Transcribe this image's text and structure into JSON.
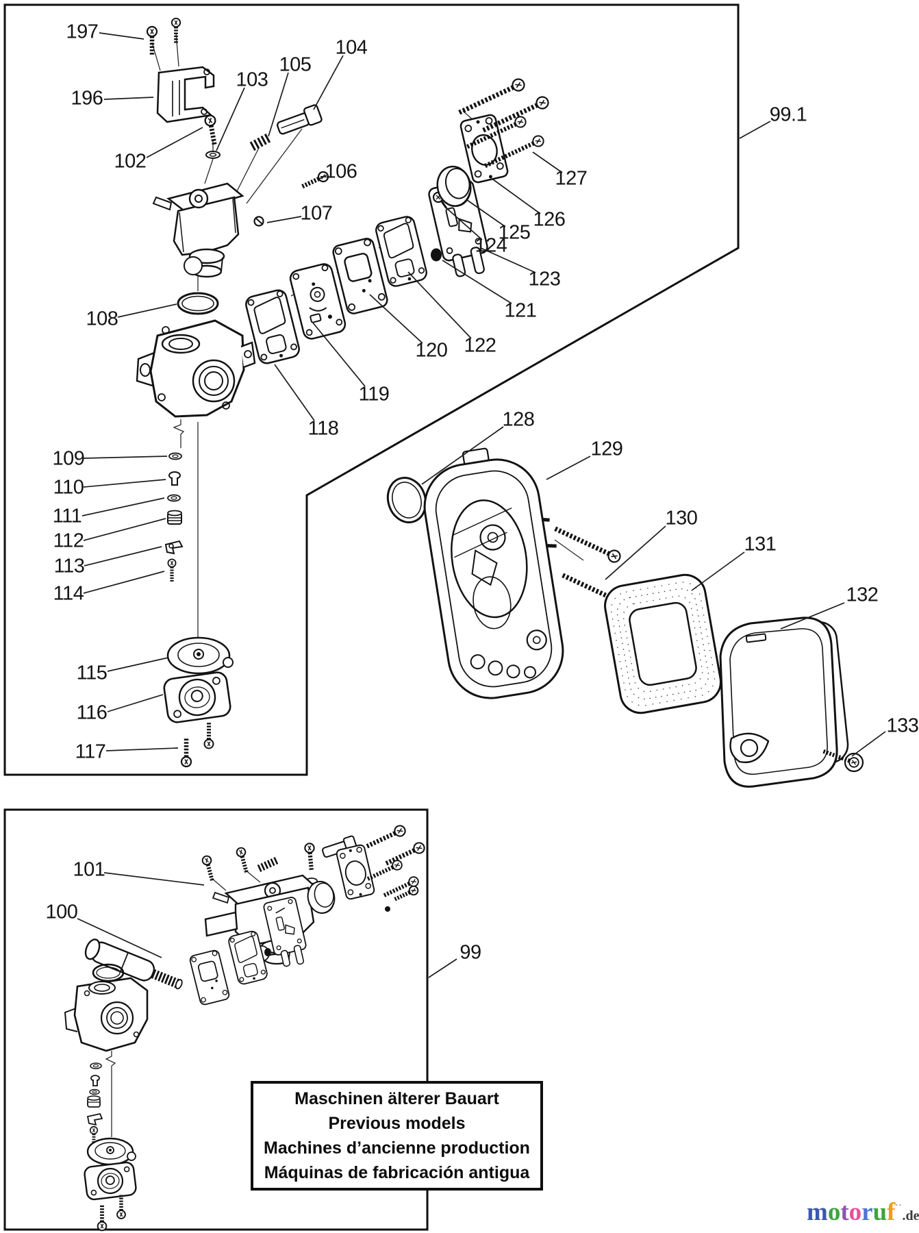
{
  "diagram": {
    "colors": {
      "line": "#121212",
      "background": "#ffffff",
      "box_stroke": "#0f0f0f"
    }
  },
  "labels": {
    "l99": "99",
    "l99_1": "99.1",
    "l100": "100",
    "l101": "101",
    "l102": "102",
    "l103": "103",
    "l104": "104",
    "l105": "105",
    "l106": "106",
    "l107": "107",
    "l108": "108",
    "l109": "109",
    "l110": "110",
    "l111": "111",
    "l112": "112",
    "l113": "113",
    "l114": "114",
    "l115": "115",
    "l116": "116",
    "l117": "117",
    "l118": "118",
    "l119": "119",
    "l120": "120",
    "l121": "121",
    "l122": "122",
    "l123": "123",
    "l124": "124",
    "l125": "125",
    "l126": "126",
    "l127": "127",
    "l128": "128",
    "l129": "129",
    "l130": "130",
    "l131": "131",
    "l132": "132",
    "l133": "133",
    "l196": "196",
    "l197": "197"
  },
  "note_box": {
    "line1": "Maschinen älterer Bauart",
    "line2": "Previous models",
    "line3": "Machines d’ancienne production",
    "line4": "Máquinas de fabricación antigua"
  },
  "watermark": {
    "m": "m",
    "o1": "o",
    "t": "t",
    "o2": "o",
    "r": "r",
    "u": "u",
    "f": "f",
    "tm": "··",
    "suffix": ".de",
    "colors": {
      "m": "#3a57b5",
      "o1": "#3da43d",
      "t": "#8a56b0",
      "o2": "#e8509a",
      "r": "#4a74d8",
      "u": "#3da43d",
      "f": "#f09d1a",
      "suffix": "#3b3b3b"
    }
  }
}
